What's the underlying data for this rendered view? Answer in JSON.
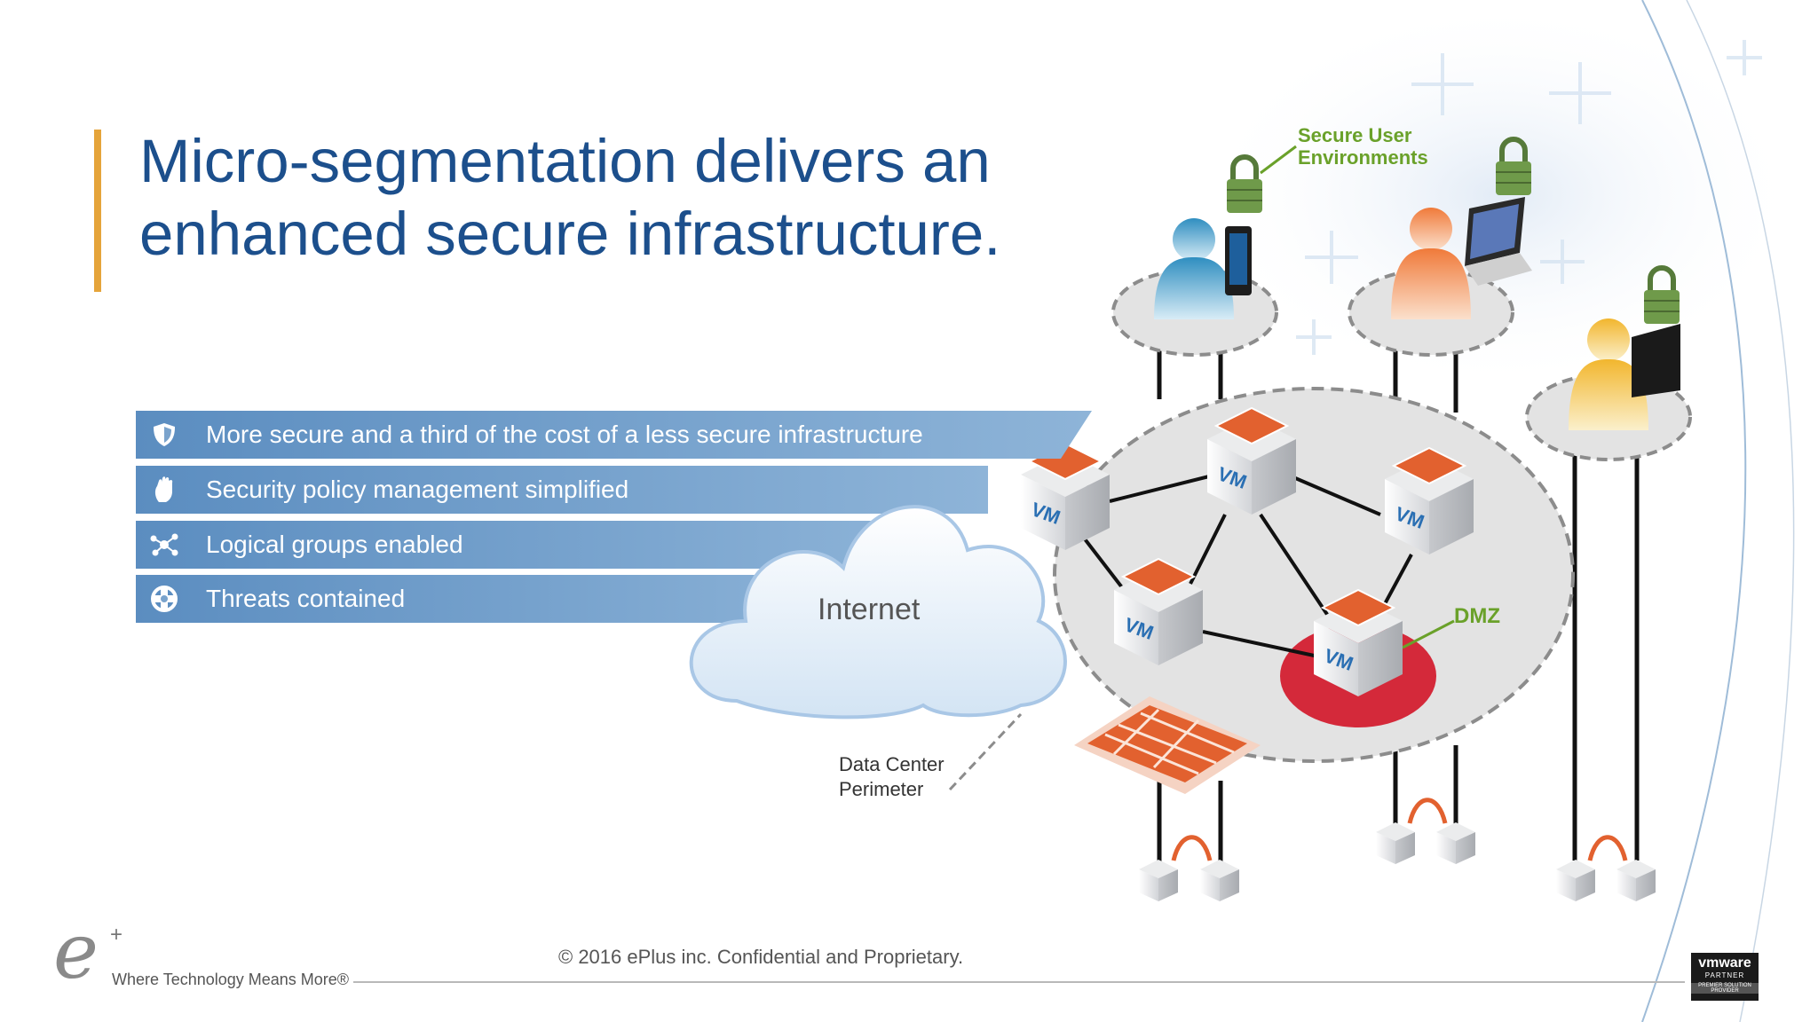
{
  "slide": {
    "title_line1": "Micro-segmentation delivers an",
    "title_line2": "enhanced secure infrastructure.",
    "accent_color": "#e5a43a",
    "title_color": "#1c4f8c"
  },
  "bullets": [
    {
      "icon": "shield-icon",
      "label": "More secure and a third of the cost of a less secure infrastructure"
    },
    {
      "icon": "hand-icon",
      "label": "Security policy management simplified"
    },
    {
      "icon": "network-nodes-icon",
      "label": "Logical groups enabled"
    },
    {
      "icon": "crosshair-icon",
      "label": "Threats contained"
    }
  ],
  "diagram": {
    "secure_user_caption_line1": "Secure User",
    "secure_user_caption_line2": "Environments",
    "internet_label": "Internet",
    "dmz_label": "DMZ",
    "perimeter_line1": "Data Center",
    "perimeter_line2": "Perimeter",
    "vm_label": "VM"
  },
  "footer": {
    "copyright": "© 2016 ePlus inc. Confidential and Proprietary.",
    "tagline": "Where Technology Means More®",
    "logo_letter": "e",
    "logo_plus": "+",
    "partner_line1": "vmware",
    "partner_line2": "PARTNER",
    "partner_line3": "PREMIER SOLUTION PROVIDER"
  }
}
